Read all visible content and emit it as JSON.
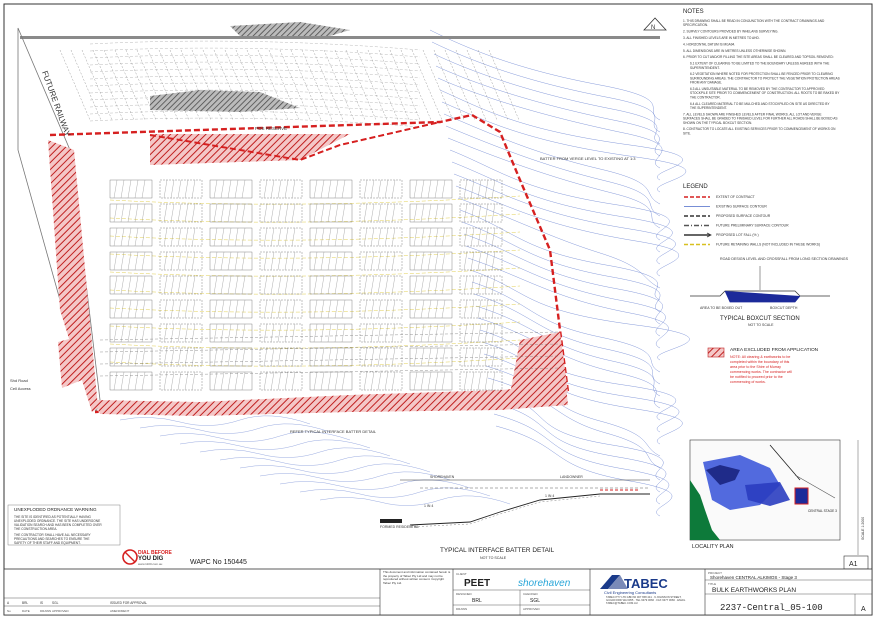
{
  "notes": {
    "heading": "NOTES",
    "items": [
      "1. THIS DRAWING SHALL BE READ IN CONJUNCTION WITH THE CONTRACT DRAWINGS AND SPECIFICATION.",
      "2. SURVEY CONTOURS PROVIDED BY WHELANS SURVEYING.",
      "3. ALL FINISHED LEVELS ARE IN METRES TO AHD.",
      "4. HORIZONTAL DATUM IS MGA94.",
      "5. ALL DIMENSIONS ARE IN METRES UNLESS OTHERWISE SHOWN.",
      "6. PRIOR TO CUT AND/OR FILLING THE SITE AREAS SHALL BE CLEARED AND TOPSOIL REMOVED:",
      "6.1 EXTENT OF CLEARING TO BE LIMITED TO THE BOUNDARY UNLESS AGREED WITH THE SUPERINTENDENT.",
      "6.2 VEGETATION WHERE NOTED FOR PROTECTION SHALL BE FENCED PRIOR TO CLEARING SURROUNDING AREAS. THE CONTRACTOR TO PROTECT THE VEGETATION PROTECTION AREAS FROM ANY DAMAGE.",
      "6.3 ALL UNSUITABLE MATERIAL TO BE REMOVED BY THE CONTRACTOR TO APPROVED STOCKPILE SITE PRIOR TO COMMENCEMENT OF CONSTRUCTION. ALL ROOTS TO BE RAKED BY THE CONTRACTOR.",
      "6.4 ALL CLEARED MATERIAL TO BE MULCHED AND STOCKPILED ON SITE AS DIRECTED BY THE SUPERINTENDENT.",
      "7. ALL LEVELS SHOWN ARE FINISHED LEVELS AFTER FINAL WORKS. ALL LOT AND VERGE SURFACES SHALL BE GRADED TO FINISHED LEVEL FOR FURTHER ALL ROADS SHALL BE BOXED AS SHOWN ON THE TYPICAL BOXCUT SECTION.",
      "8. CONTRACTOR TO LOCATE ALL EXISTING SERVICES PRIOR TO COMMENCEMENT OF WORKS ON SITE."
    ]
  },
  "legend": {
    "heading": "LEGEND",
    "items": [
      {
        "label": "EXTENT OF CONTRACT",
        "color": "#d62020",
        "style": "dash"
      },
      {
        "label": "EXISTING SURFACE CONTOUR",
        "color": "#4a68c8",
        "style": "solid"
      },
      {
        "label": "PROPOSED SURFACE CONTOUR",
        "color": "#333333",
        "style": "dash"
      },
      {
        "label": "FUTURE PRELIMINARY SURFACE CONTOUR",
        "color": "#555555",
        "style": "dashdot"
      },
      {
        "label": "PROPOSED LOT FALL (% )",
        "color": "#333333",
        "style": "arrow"
      },
      {
        "label": "FUTURE RETAINING WALLS (NOT INCLUDED IN THESE WORKS)",
        "color": "#d8c020",
        "style": "dash"
      }
    ]
  },
  "boxcut": {
    "caption": "ROAD DESIGN LEVEL AND CROSSFALL FROM LONG SECTION DRAWINGS",
    "left_label": "AREA TO BE BOXED OUT",
    "right_label": "BOXCUT DEPTH",
    "title": "TYPICAL BOXCUT SECTION",
    "scale": "NOT TO SCALE"
  },
  "exclusion": {
    "title": "AREA EXCLUDED FROM APPLICATION",
    "lines": [
      "NOTE: All clearing & earthworks to be",
      "completed within the boundary of this",
      "area prior to the Shire of Murray",
      "commencing works. The contractor will",
      "be notified to proceed prior to the",
      "commencing of works."
    ]
  },
  "map_labels": {
    "railway": "FUTURE RAILWAY",
    "reserve": "POS RESERVE",
    "batter_note": "BATTER FROM VERGE LEVEL TO EXISTING AT 1:3",
    "interface_note": "REFER TYPICAL INTERFACE BATTER DETAIL",
    "side_note_1": "Shd Road",
    "side_note_2": "Cell Access"
  },
  "batter": {
    "title": "TYPICAL INTERFACE BATTER DETAIL",
    "scale": "NOT TO SCALE",
    "top_left": "SHOREHAVEN",
    "top_right": "LANDOWNER",
    "label_1": "1 IN 4",
    "label_2": "1 IN 4",
    "label_3": "FORMED RESIDENTIAL"
  },
  "ordnance": {
    "title": "UNEXPLODED ORDNANCE WARNING",
    "lines": [
      "THE SITE IS IDENTIFIED AS POTENTIALLY HAVING",
      "UNEXPLODED ORDNANCE. THE SITE HAS UNDERGONE",
      "VALIDATION SEARCH AND HAS BEEN COMPLETED OVER",
      "THE CONSTRUCTION AREA.",
      "THE CONTRACTOR SHALL HAVE ALL NECESSARY",
      "PRECAUTIONS AND SEARCHES TO ENSURE THE",
      "SAFETY OF THEIR STAFF AND EQUIPMENT."
    ],
    "dial_line1": "DIAL BEFORE",
    "dial_line2": "YOU DIG",
    "dial_url": "www.1100.com.au",
    "wapc": "WAPC No 150445"
  },
  "locality": {
    "title": "LOCALITY PLAN",
    "label": "CENTRAL STAGE 3"
  },
  "title_block": {
    "client_label": "CLIENT",
    "peet": "PEET",
    "shorehaven": "shorehaven",
    "tabec": "TABEC",
    "tabec_sub": "Civil Engineering Consultants",
    "project_label": "PROJECT",
    "project": "Shorehaven CENTRAL ALKIMOS - Stage 3",
    "title_label": "TITLE",
    "title": "BULK EARTHWORKS PLAN",
    "drawing_number": "2237-Central_05-100",
    "rev": "A",
    "sheet_size": "A1",
    "scale": "SCALE 1:2000",
    "rev_header": [
      "No",
      "DATE",
      "DRAWN",
      "APPROVED",
      "AMENDMENT"
    ],
    "rev_row": [
      "A",
      "BRL",
      "IS",
      "SGL",
      "ISSUED FOR APPROVAL"
    ],
    "tabec_address": "TABEC PTY LTD ABN 60 007 658 441 · 9 JOHNSON STREET, GUILDFORD WA 6055 · TEL 9379 0666 · FAX 9377 0666 · EMAIL TABEC@TABEC.COM.AU",
    "disclaimer": "This document and information contained herein is the property of Tabec Pty Ltd and may not be reproduced without written consent. Copyright Tabec Pty Ltd.",
    "designed_label": "DESIGNED",
    "checked_label": "CHECKED",
    "approved_label": "APPROVED",
    "drawn_label": "DRAWN",
    "designed": "BRL",
    "checked": "SGL"
  }
}
